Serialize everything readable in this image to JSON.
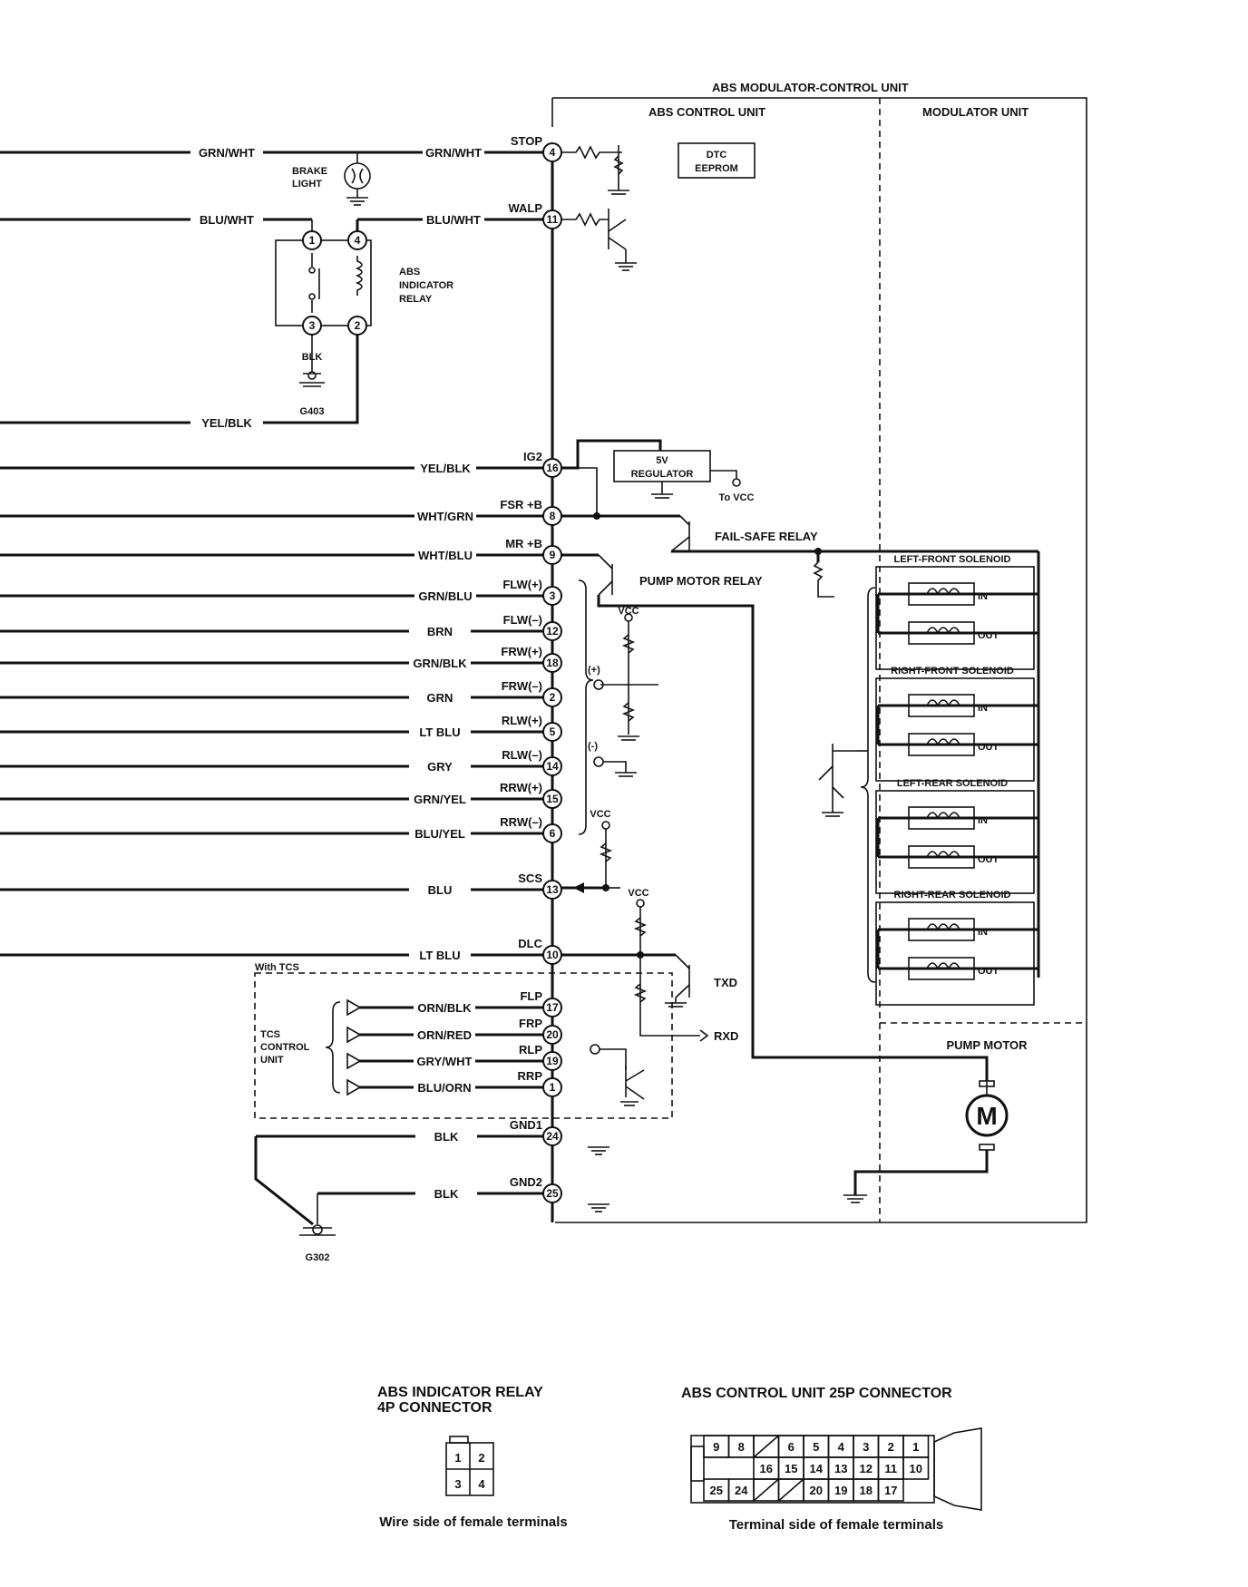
{
  "unit_title": "ABS MODULATOR-CONTROL UNIT",
  "control_unit_title": "ABS CONTROL UNIT",
  "modulator_title": "MODULATOR UNIT",
  "dtc_eeprom": [
    "DTC",
    "EEPROM"
  ],
  "regulator": [
    "5V",
    "REGULATOR"
  ],
  "to_vcc": "To VCC",
  "vcc": "VCC",
  "fail_safe_relay": "FAIL-SAFE RELAY",
  "pump_motor_relay": "PUMP MOTOR RELAY",
  "pump_motor": "PUMP MOTOR",
  "motor_symbol": "M",
  "brake_light": [
    "BRAKE",
    "LIGHT"
  ],
  "indicator_relay": [
    "ABS",
    "INDICATOR",
    "RELAY"
  ],
  "relay_pins": [
    "1",
    "4",
    "3",
    "2"
  ],
  "blk": "BLK",
  "g403": "G403",
  "g302": "G302",
  "txd": "TXD",
  "rxd": "RXD",
  "plus": "(+)",
  "minus": "(-)",
  "in": "IN",
  "out": "OUT",
  "with_tcs": "With TCS",
  "tcs_unit": [
    "TCS",
    "CONTROL",
    "UNIT"
  ],
  "terminals": [
    {
      "wire": "GRN/WHT",
      "name": "STOP",
      "pin": "4"
    },
    {
      "wire": "BLU/WHT",
      "name": "WALP",
      "pin": "11"
    },
    {
      "wire": "YEL/BLK",
      "name": "IG2",
      "pin": "16"
    },
    {
      "wire": "WHT/GRN",
      "name": "FSR +B",
      "pin": "8"
    },
    {
      "wire": "WHT/BLU",
      "name": "MR +B",
      "pin": "9"
    },
    {
      "wire": "GRN/BLU",
      "name": "FLW(+)",
      "pin": "3"
    },
    {
      "wire": "BRN",
      "name": "FLW(–)",
      "pin": "12"
    },
    {
      "wire": "GRN/BLK",
      "name": "FRW(+)",
      "pin": "18"
    },
    {
      "wire": "GRN",
      "name": "FRW(–)",
      "pin": "2"
    },
    {
      "wire": "LT BLU",
      "name": "RLW(+)",
      "pin": "5"
    },
    {
      "wire": "GRY",
      "name": "RLW(–)",
      "pin": "14"
    },
    {
      "wire": "GRN/YEL",
      "name": "RRW(+)",
      "pin": "15"
    },
    {
      "wire": "BLU/YEL",
      "name": "RRW(–)",
      "pin": "6"
    },
    {
      "wire": "BLU",
      "name": "SCS",
      "pin": "13"
    },
    {
      "wire": "LT BLU",
      "name": "DLC",
      "pin": "10"
    },
    {
      "wire": "ORN/BLK",
      "name": "FLP",
      "pin": "17"
    },
    {
      "wire": "ORN/RED",
      "name": "FRP",
      "pin": "20"
    },
    {
      "wire": "GRY/WHT",
      "name": "RLP",
      "pin": "19"
    },
    {
      "wire": "BLU/ORN",
      "name": "RRP",
      "pin": "1"
    },
    {
      "wire": "BLK",
      "name": "GND1",
      "pin": "24"
    },
    {
      "wire": "BLK",
      "name": "GND2",
      "pin": "25"
    }
  ],
  "left_wires": [
    "GRN/WHT",
    "BLU/WHT",
    "YEL/BLK"
  ],
  "solenoids": [
    "LEFT-FRONT SOLENOID",
    "RIGHT-FRONT SOLENOID",
    "LEFT-REAR SOLENOID",
    "RIGHT-REAR SOLENOID"
  ],
  "connector_4p": {
    "title": [
      "ABS INDICATOR RELAY",
      "4P CONNECTOR"
    ],
    "cells": [
      "1",
      "2",
      "3",
      "4"
    ],
    "caption": "Wire side of female terminals"
  },
  "connector_25p": {
    "title": "ABS CONTROL UNIT 25P CONNECTOR",
    "row1": [
      "9",
      "8",
      "",
      "6",
      "5",
      "4",
      "3",
      "2",
      "1"
    ],
    "row2": [
      "16",
      "15",
      "14",
      "13",
      "12",
      "11",
      "10"
    ],
    "row3": [
      "25",
      "24",
      "",
      "",
      "20",
      "19",
      "18",
      "17"
    ],
    "caption": "Terminal side of female terminals"
  }
}
